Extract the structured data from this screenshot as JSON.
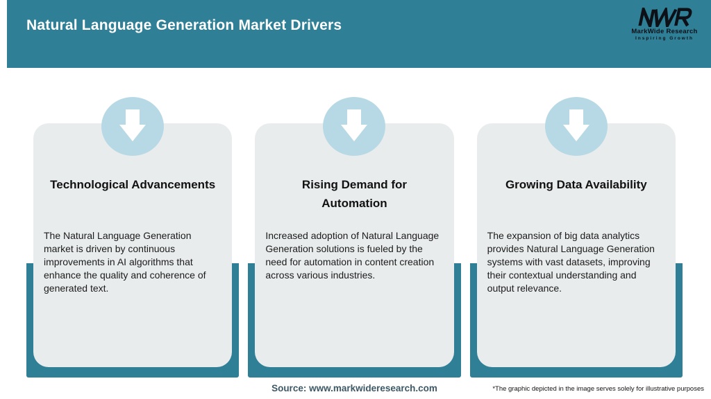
{
  "header": {
    "title": "Natural Language Generation Market Drivers",
    "logo": {
      "mark": "MWR",
      "name": "MarkWide Research",
      "tagline": "Inspiring Growth"
    }
  },
  "cards": [
    {
      "title": "Technological Advancements",
      "body": "The Natural Language Generation market is driven by continuous improvements in AI algorithms that enhance the quality and coherence of generated text."
    },
    {
      "title": "Rising Demand for Automation",
      "body": "Increased adoption of Natural Language Generation solutions is fueled by the need for automation in content creation across various industries."
    },
    {
      "title": "Growing Data Availability",
      "body": "The expansion of big data analytics provides Natural Language Generation systems with vast datasets, improving their contextual understanding and output relevance."
    }
  ],
  "footer": {
    "source": "Source: www.markwideresearch.com",
    "disclaimer": "*The graphic depicted in the image serves solely for illustrative purposes"
  },
  "colors": {
    "accent": "#2F7F96",
    "card_bg": "#E9ECED",
    "circle": "#B7D9E5",
    "arrow": "#FFFFFF",
    "logo": "#0D1117",
    "source": "#3D5866",
    "ink": "#1B1B1B"
  }
}
